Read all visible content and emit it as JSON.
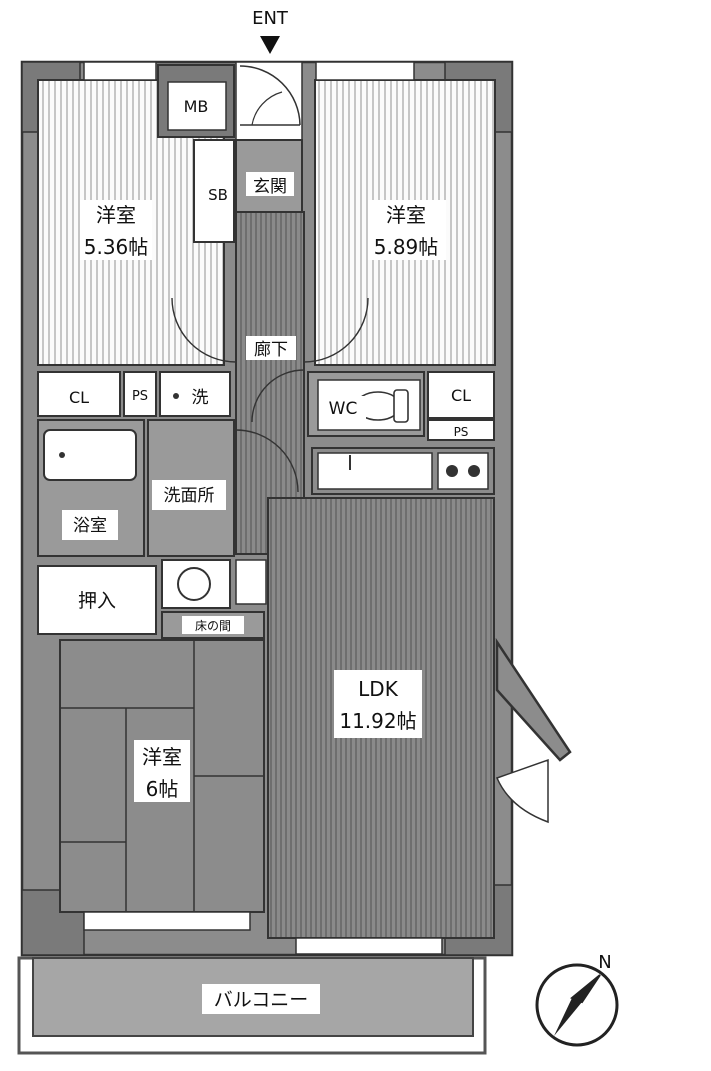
{
  "plan": {
    "entrance_marker": "ENT",
    "rooms": {
      "western_nw": {
        "name": "洋室",
        "size": "5.36帖"
      },
      "western_ne": {
        "name": "洋室",
        "size": "5.89帖"
      },
      "western_sw": {
        "name": "洋室",
        "size": "6帖"
      },
      "ldk": {
        "name": "LDK",
        "size": "11.92帖"
      },
      "genkan": "玄関",
      "hallway": "廊下",
      "wash_room": "洗面所",
      "bath": "浴室",
      "oshiire": "押入",
      "tokonoma": "床の間",
      "wc": "WC",
      "balcony": "バルコニー"
    },
    "storage": {
      "mb": "MB",
      "sb": "SB",
      "cl_left": "CL",
      "cl_right": "CL",
      "ps_left": "PS",
      "ps_right": "PS",
      "washer": "洗"
    },
    "compass": {
      "north_label": "N"
    }
  }
}
